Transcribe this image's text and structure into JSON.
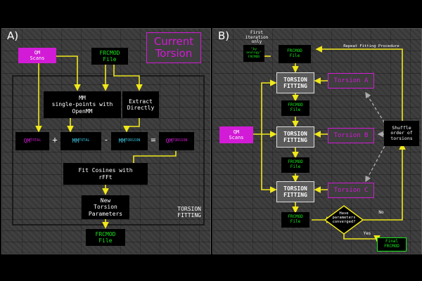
{
  "panel_a": {
    "label": "A)",
    "title_line1": "Current",
    "title_line2": "Torsion",
    "qm_scans": "QM\nScans",
    "frcmod_in": "FRCMOD\nFile",
    "mm_sp": "MM\nsingle-points with\nOpenMM",
    "extract": "Extract\nDirectly",
    "qm_total": "QM",
    "qm_total_sub": "TOTAL",
    "plus": "+",
    "mm_total": "MM",
    "mm_total_sub": "TOTAL",
    "minus": "-",
    "mm_torsion": "MM",
    "mm_torsion_sub": "TORSION",
    "equals": "=",
    "qm_torsion": "QM",
    "qm_torsion_sub": "TORSION",
    "fit_cos": "Fit Cosines with\nrFFt",
    "new_params": "New\nTorsion\nParameters",
    "frcmod_out": "FRCMOD\nFile",
    "region_label": "TORSION\nFITTING"
  },
  "panel_b": {
    "label": "B)",
    "first_iter": "First iteration\nonly",
    "by_analogy": "\"by\nanalogy\"\nFRCMOD",
    "frcmod_top": "FRCMOD\nFile",
    "repeat": "Repeat Fitting Procedure",
    "fit1": "TORSION\nFITTING",
    "fit2": "TORSION\nFITTING",
    "fit3": "TORSION\nFITTING",
    "torsion_a": "Torsion A",
    "torsion_b": "Torsion B",
    "torsion_c": "Torsion C",
    "frcmod_1": "FRCMOD\nFile",
    "frcmod_2": "FRCMOD\nFile",
    "frcmod_3": "FRCMOD\nFile",
    "qm_scans": "QM\nScans",
    "shuffle": "Shuffle\norder of\ntorsions",
    "converged": "Have\nparameters\nconverged?",
    "no": "No",
    "yes": "Yes",
    "final": "Final\nFRCMOD"
  }
}
